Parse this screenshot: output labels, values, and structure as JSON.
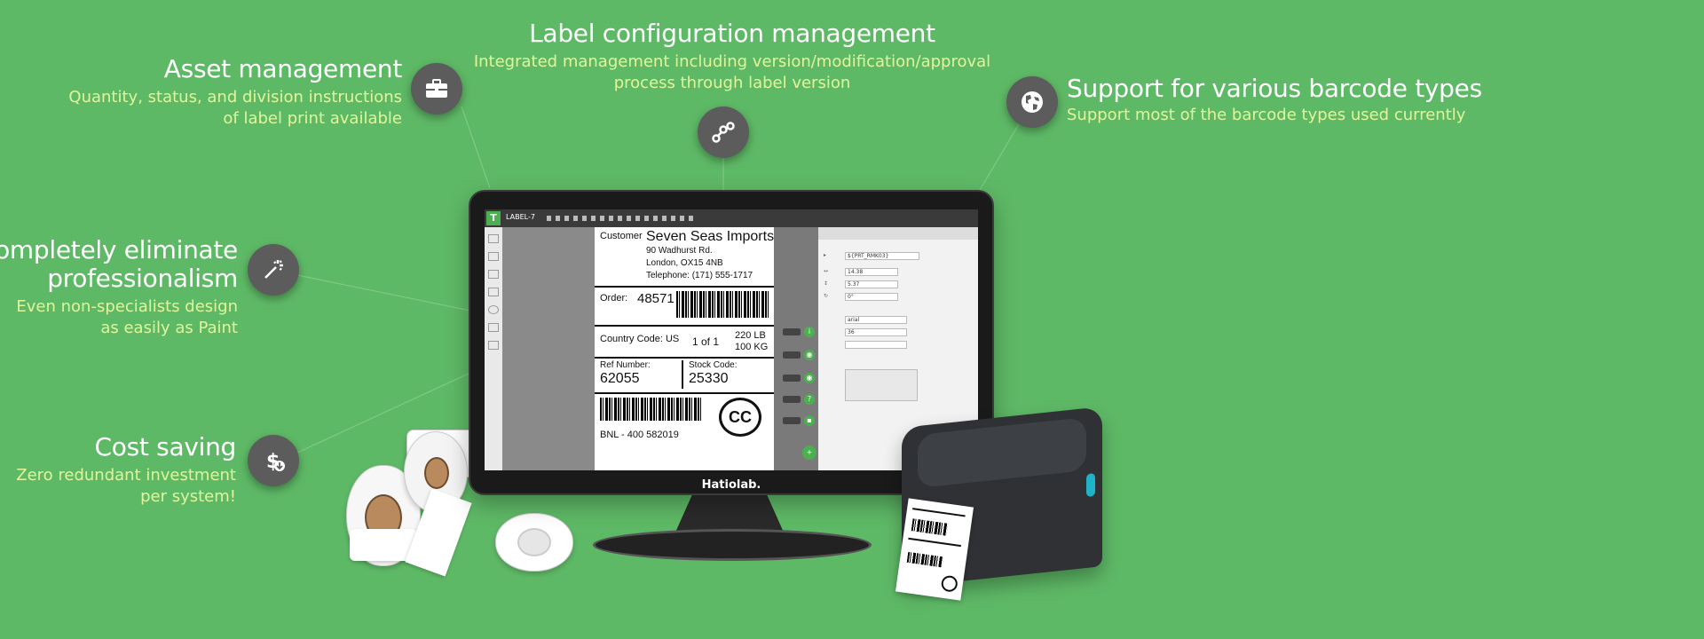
{
  "features": {
    "asset": {
      "title": "Asset management",
      "desc_lines": [
        "Quantity, status, and division instructions",
        "of label print available"
      ],
      "icon": "briefcase-icon"
    },
    "config": {
      "title": "Label configuration management",
      "desc_lines": [
        "Integrated management including version/modification/approval",
        "process through label version"
      ],
      "icon": "workflow-nodes-icon"
    },
    "barcode": {
      "title": "Support for various barcode types",
      "desc_lines": [
        "Support most of the barcode types used currently"
      ],
      "icon": "globe-icon"
    },
    "eliminate": {
      "title_lines": [
        "Completely eliminate",
        "professionalism"
      ],
      "desc_lines": [
        "Even non-specialists design",
        "as easily as Paint"
      ],
      "icon": "magic-wand-icon"
    },
    "cost": {
      "title": "Cost saving",
      "desc_lines": [
        "Zero redundant investment",
        "per system!"
      ],
      "icon": "dollar-down-icon"
    }
  },
  "monitor": {
    "brand": "Hatiolab.",
    "app_title": "LABEL-7",
    "panel_field_1": "${PRT_RMK03}",
    "panel_field_2": "14.38",
    "panel_field_3": "5.37",
    "panel_field_4": "0°",
    "panel_font": "arial",
    "panel_size": "36"
  },
  "label": {
    "customer_label": "Customer",
    "company": "Seven Seas Imports",
    "address_1": "90 Wadhurst Rd.",
    "address_2": "London, OX15 4NB",
    "phone": "Telephone: (171) 555-1717",
    "order_label": "Order:",
    "order_no": "48571",
    "country": "Country Code: US",
    "pieces": "1 of 1",
    "weight_lb": "220 LB",
    "weight_kg": "100 KG",
    "ref_label": "Ref Number:",
    "ref_no": "62055",
    "stock_label": "Stock Code:",
    "stock_no": "25330",
    "cc_mark": "CC",
    "bnl": "BNL - 400 582019"
  },
  "colors": {
    "background": "#5eb966",
    "title": "#ffffff",
    "desc": "#e2f59a",
    "icon_circle": "#5c5c5c"
  }
}
